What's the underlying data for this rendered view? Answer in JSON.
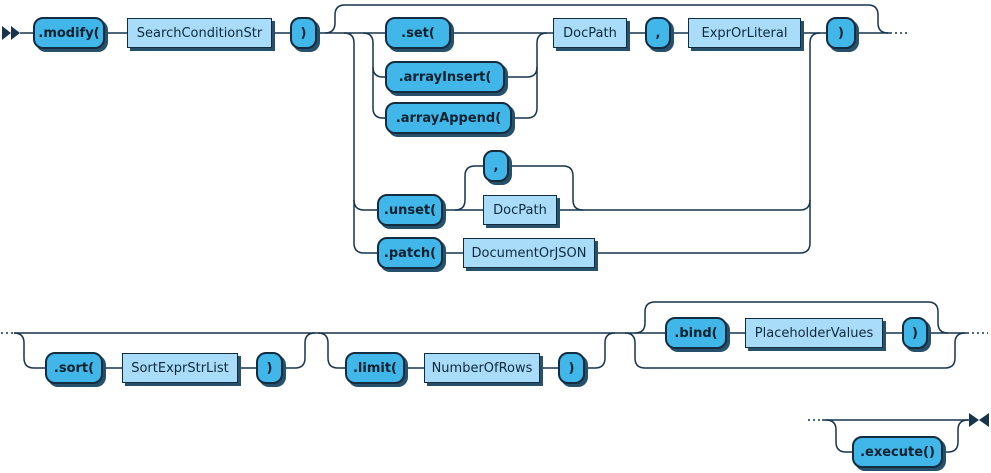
{
  "diagram": {
    "colors": {
      "terminal_fill": "#41b6e9",
      "nonterminal_fill": "#a9dcf8",
      "line": "#17344b",
      "box_border": "#132c3f",
      "shadow": "#27506b",
      "text": "#08212f"
    },
    "nodes": {
      "modify": ".modify(",
      "search_condition_str": "SearchConditionStr",
      "close_modify": ")",
      "set": ".set(",
      "array_insert": ".arrayInsert(",
      "array_append": ".arrayAppend(",
      "doc_path_set": "DocPath",
      "comma_set": ",",
      "expr_or_literal": "ExprOrLiteral",
      "close_set": ")",
      "unset": ".unset(",
      "comma_unset": ",",
      "doc_path_unset": "DocPath",
      "patch": ".patch(",
      "document_or_json": "DocumentOrJSON",
      "sort": ".sort(",
      "sort_expr_str_list": "SortExprStrList",
      "close_sort": ")",
      "limit": ".limit(",
      "number_of_rows": "NumberOfRows",
      "close_limit": ")",
      "bind": ".bind(",
      "placeholder_values": "PlaceholderValues",
      "close_bind": ")",
      "execute": ".execute()"
    }
  }
}
